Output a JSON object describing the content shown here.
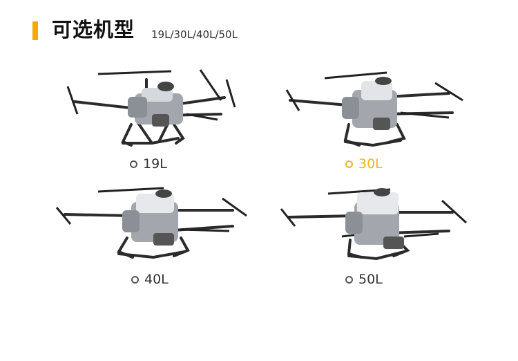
{
  "header": {
    "title": "可选机型",
    "subtitle": "19L/30L/40L/50L",
    "accent_color": "#f5a800"
  },
  "models": [
    {
      "label": "19L",
      "selected": false
    },
    {
      "label": "30L",
      "selected": true
    },
    {
      "label": "40L",
      "selected": false
    },
    {
      "label": "50L",
      "selected": false
    }
  ],
  "colors": {
    "selected": "#f5b51e",
    "unselected": "#333333"
  }
}
